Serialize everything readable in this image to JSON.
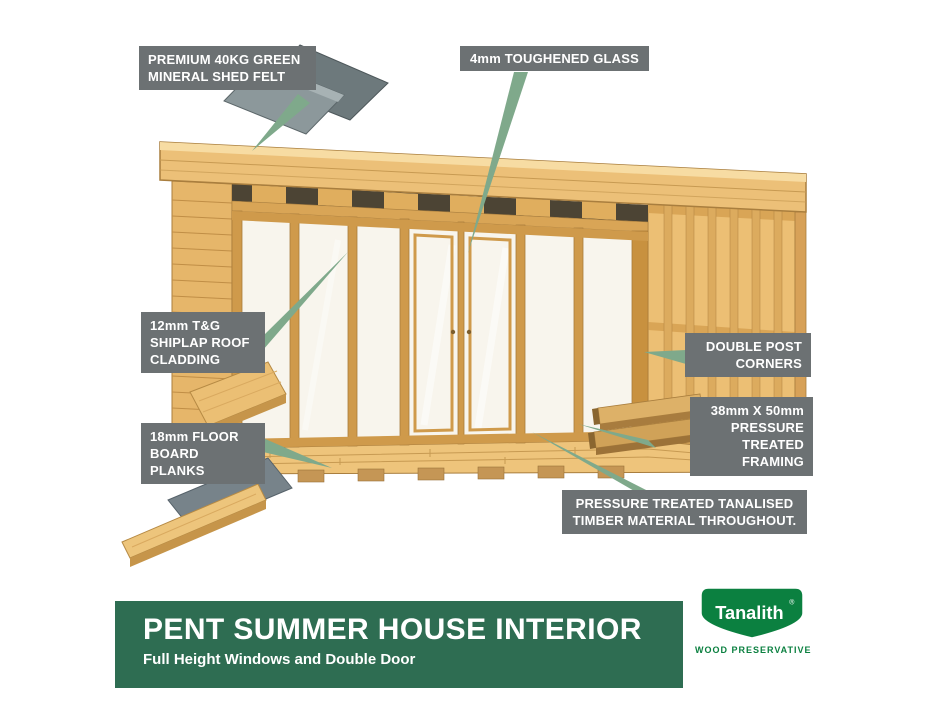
{
  "callouts": {
    "felt": {
      "text": "PREMIUM 40KG GREEN\nMINERAL SHED FELT"
    },
    "glass": {
      "text": "4mm TOUGHENED GLASS"
    },
    "shiplap": {
      "text": "12mm T&G\nSHIPLAP ROOF\nCLADDING"
    },
    "floor": {
      "text": "18mm FLOOR\nBOARD PLANKS"
    },
    "double_post": {
      "text": "DOUBLE POST\nCORNERS"
    },
    "framing": {
      "text": "38mm X 50mm\nPRESSURE\nTREATED FRAMING"
    },
    "tanalised": {
      "text": "PRESSURE TREATED TANALISED\nTIMBER MATERIAL THROUGHOUT."
    }
  },
  "banner": {
    "title": "PENT SUMMER HOUSE INTERIOR",
    "subtitle": "Full Height Windows and Double Door"
  },
  "logo": {
    "brand": "Tanalith",
    "registered": "®",
    "tagline": "WOOD PRESERVATIVE"
  },
  "colors": {
    "label_bg": "#6C7173",
    "connector_green": "#7FA98B",
    "banner_green": "#2E6D52",
    "logo_green": "#0B8040",
    "wood_light": "#F0CE8B",
    "wood_mid": "#E2B469",
    "wood_dark": "#B98C47",
    "glass": "#F8F5ED"
  }
}
